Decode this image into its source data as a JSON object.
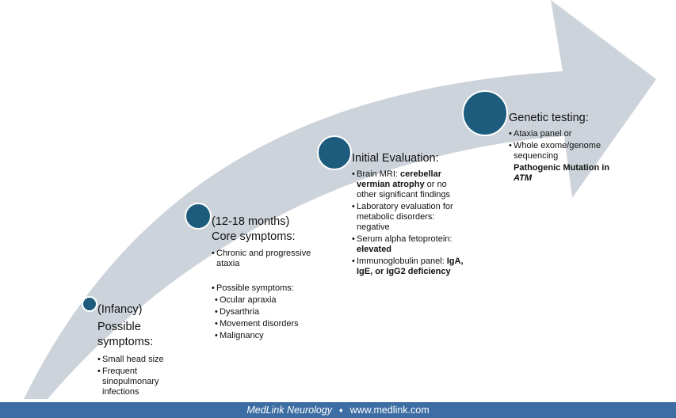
{
  "stages": {
    "infancy": {
      "age": "(Infancy)",
      "title": "Possible symptoms:",
      "items": [
        "Small head size",
        "Frequent sinopulmonary infections"
      ]
    },
    "toddler": {
      "age": "(12-18 months)",
      "title": "Core symptoms:",
      "core_items": [
        "Chronic and progressive ataxia"
      ],
      "possible_label": "Possible symptoms:",
      "possible_items": [
        "Ocular apraxia",
        "Dysarthria",
        "Movement disorders",
        "Malignancy"
      ]
    },
    "evaluation": {
      "title": "Initial Evaluation:",
      "mri_label": "Brain MRI: ",
      "mri_bold": "cerebellar vermian atrophy",
      "mri_rest": " or no other significant findings",
      "lab": "Laboratory evaluation for metabolic disorders: negative",
      "afp_label": "Serum alpha fetoprotein: ",
      "afp_bold": "elevated",
      "ig_label": "Immunoglobulin panel: ",
      "ig_bold": "IgA, IgE, or IgG2 deficiency"
    },
    "genetic": {
      "title": "Genetic testing:",
      "items": [
        "Ataxia panel or",
        "Whole exome/genome sequencing"
      ],
      "result_prefix": "Pathogenic Mutation in ",
      "result_gene": "ATM"
    }
  },
  "footer": {
    "brand": "MedLink Neurology",
    "separator": "♦",
    "url": "www.medlink.com"
  },
  "colors": {
    "arrow": "#cdd3da",
    "dot": "#1d5c7d",
    "footer": "#3d6ea3"
  }
}
